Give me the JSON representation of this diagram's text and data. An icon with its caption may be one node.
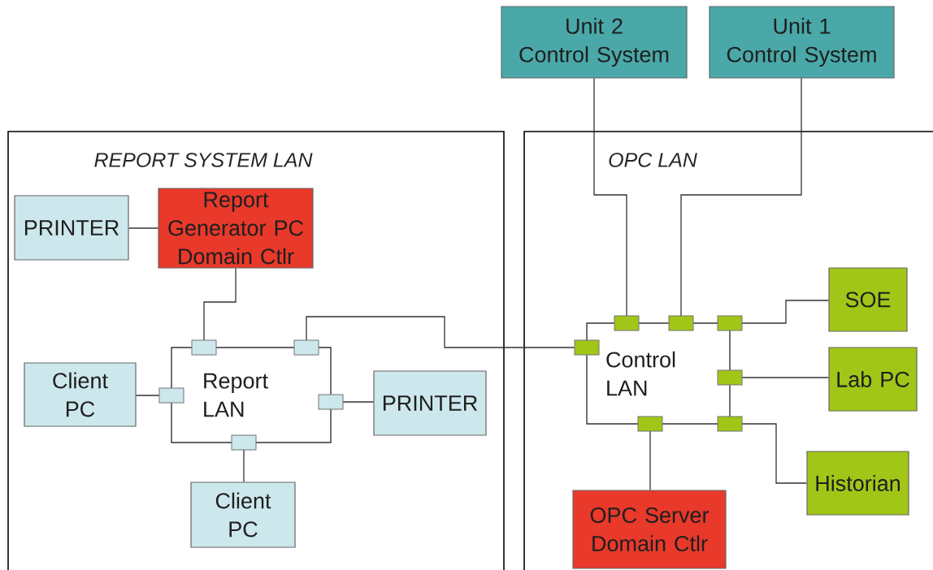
{
  "diagram": {
    "nodes": [
      {
        "text": [
          "REPORT SYSTEM LAN"
        ]
      },
      {
        "text": [
          "OPC LAN"
        ]
      },
      {
        "text": [
          "Unit 2 Control System"
        ]
      },
      {
        "text": [
          "Unit 1 Control System"
        ]
      },
      {
        "text": [
          "PRINTER"
        ],
        "in": 0
      },
      {
        "text": [
          "Report Generator PC Domain Ctlr"
        ],
        "in": 0
      },
      {
        "text": [
          "Report LAN"
        ],
        "in": 0
      },
      {
        "text": [
          "Client PC"
        ],
        "in": 0
      },
      {
        "text": [
          "PRINTER"
        ],
        "in": 0
      },
      {
        "text": [
          "Client PC"
        ],
        "in": 0
      },
      {
        "text": [
          "Control LAN"
        ],
        "in": 1
      },
      {
        "text": [
          "SOE"
        ],
        "in": 1
      },
      {
        "text": [
          "Lab PC"
        ],
        "in": 1
      },
      {
        "text": [
          "Historian"
        ],
        "in": 1
      },
      {
        "text": [
          "OPC Server Domain Ctlr"
        ],
        "in": 1
      }
    ],
    "edges": [
      {
        "from": 4,
        "to": 5,
        "arrow": "none"
      },
      {
        "from": 5,
        "to": 6,
        "arrow": "none"
      },
      {
        "from": 7,
        "to": 6,
        "arrow": "none"
      },
      {
        "from": 8,
        "to": 6,
        "arrow": "none"
      },
      {
        "from": 9,
        "to": 6,
        "arrow": "none"
      },
      {
        "from": 6,
        "to": 10,
        "arrow": "none"
      },
      {
        "from": 2,
        "to": 10,
        "arrow": "none"
      },
      {
        "from": 3,
        "to": 10,
        "arrow": "none"
      },
      {
        "from": 11,
        "to": 10,
        "arrow": "none"
      },
      {
        "from": 12,
        "to": 10,
        "arrow": "none"
      },
      {
        "from": 13,
        "to": 10,
        "arrow": "none"
      },
      {
        "from": 14,
        "to": 10,
        "arrow": "none"
      }
    ]
  }
}
